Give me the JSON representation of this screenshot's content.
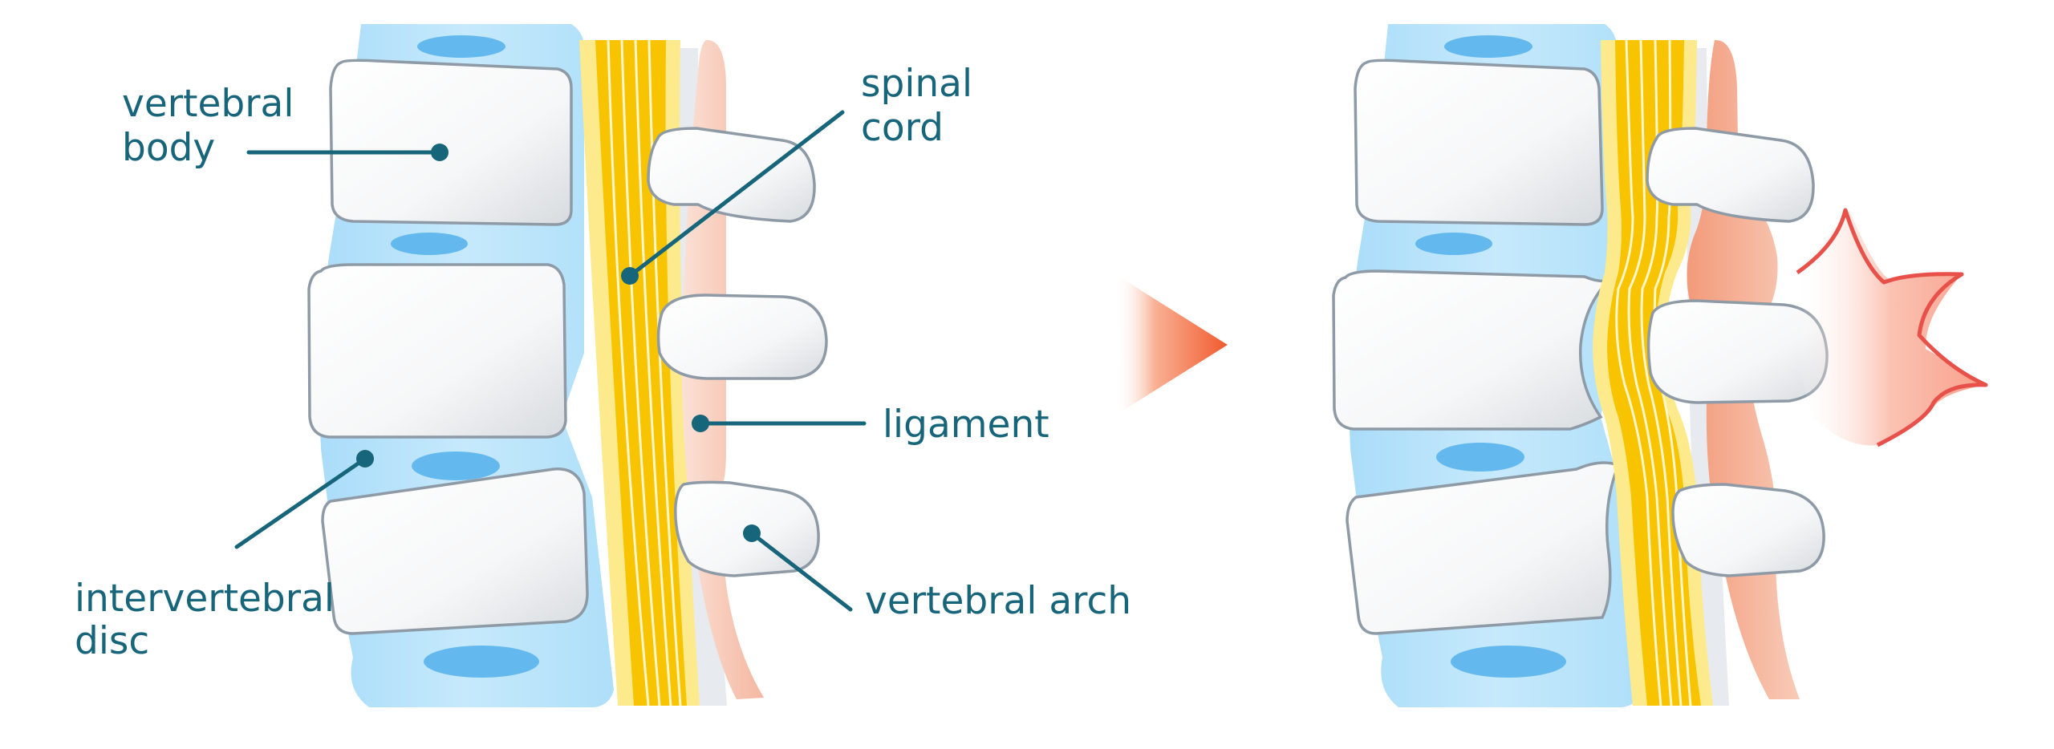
{
  "labels": {
    "vertebral_body": [
      "vertebral",
      "body"
    ],
    "spinal_cord": [
      "spinal",
      "cord"
    ],
    "ligament": "ligament",
    "intervertebral_disc": [
      "intervertebral",
      "disc"
    ],
    "vertebral_arch": "vertebral arch"
  },
  "colors": {
    "label": "#17657a",
    "disc": "#bfe6fb",
    "nucleus": "#63b9ee",
    "spinal_cord": "#f8c400",
    "ligament": "#f7c8b6",
    "arrow": "#f36c43",
    "pain_burst": "#e8504a"
  },
  "icons": {
    "arrow": "right-triangle-arrow-icon",
    "pain": "pain-burst-icon"
  }
}
